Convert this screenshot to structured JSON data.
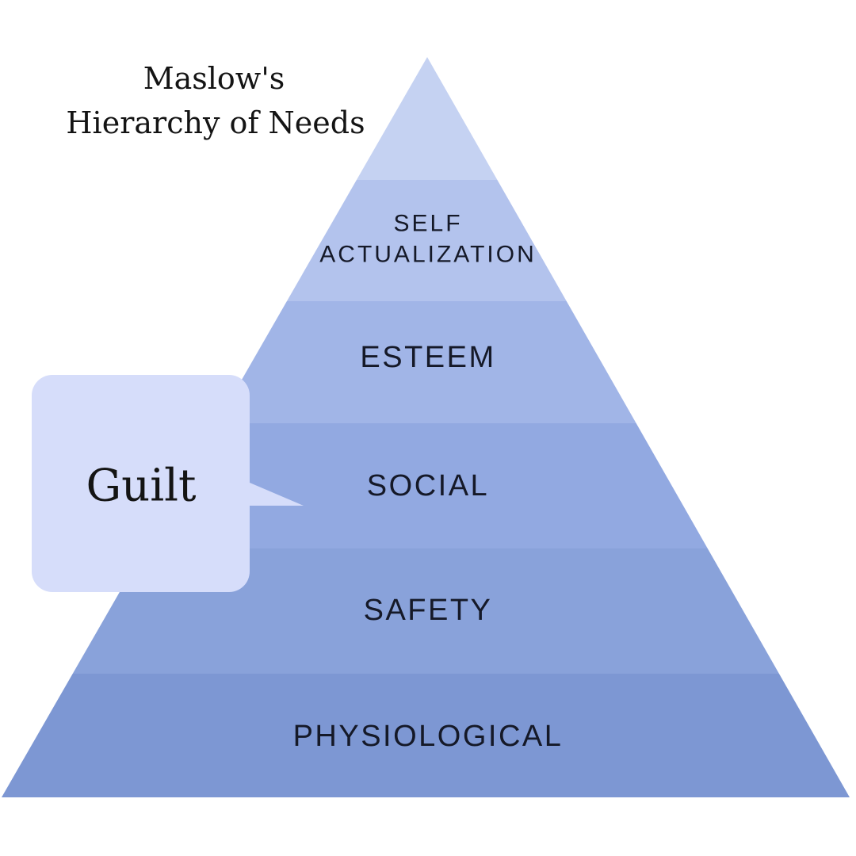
{
  "title": {
    "line1": "Maslow's",
    "line2": "Hierarchy of Needs"
  },
  "pyramid": {
    "levels": [
      {
        "name": "tip",
        "label": "",
        "color": "#c5d2f2"
      },
      {
        "name": "self-actualization",
        "line1": "SELF",
        "line2": "ACTUALIZATION",
        "color": "#b3c3ed"
      },
      {
        "name": "esteem",
        "label": "ESTEEM",
        "color": "#a1b5e7"
      },
      {
        "name": "social",
        "label": "SOCIAL",
        "color": "#92a9e1"
      },
      {
        "name": "safety",
        "label": "SAFETY",
        "color": "#89a2da"
      },
      {
        "name": "physiological",
        "label": "PHYSIOLOGICAL",
        "color": "#7d97d3"
      }
    ],
    "label_color": "#151928"
  },
  "speech_bubble": {
    "label": "Guilt",
    "color": "#d6ddfa",
    "text_color": "#141414"
  },
  "background_color": "#ffffff"
}
